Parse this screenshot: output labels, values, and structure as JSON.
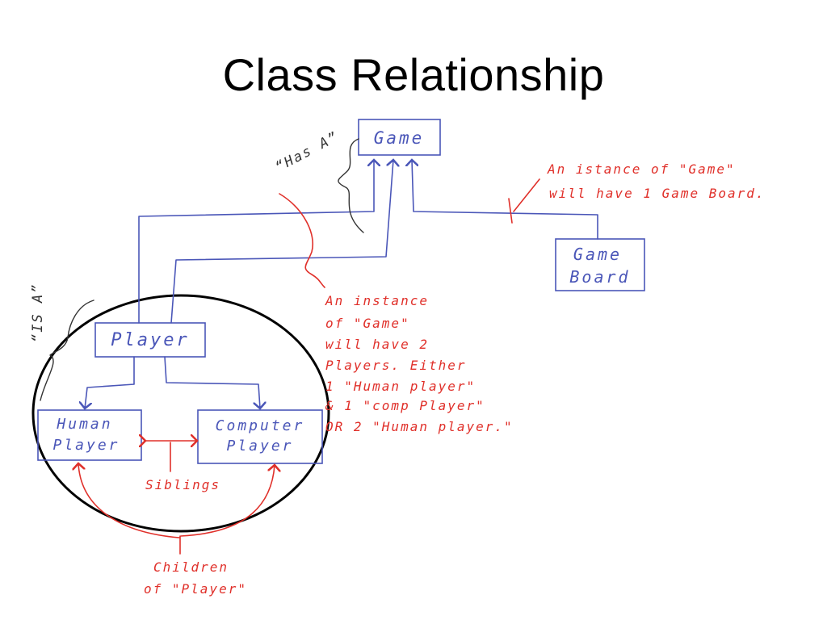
{
  "title": "Class Relationship",
  "colors": {
    "boxes": "#4a56b8",
    "annotations": "#e0302a",
    "labels": "#333333",
    "circle": "#000000"
  },
  "boxes": {
    "game": [
      "Game"
    ],
    "game_board": [
      "Game",
      "Board"
    ],
    "player": [
      "Player"
    ],
    "human_player": [
      "Human",
      "Player"
    ],
    "computer_player": [
      "Computer",
      "Player"
    ]
  },
  "labels": {
    "has_a": "“Has A”",
    "is_a": "“IS A”"
  },
  "notes": {
    "game_board_note": [
      "An istance of \"Game\"",
      "will have 1 Game Board."
    ],
    "players_note": [
      "An instance",
      "of \"Game\"",
      "will have 2",
      "Players. Either",
      "1 \"Human player\"",
      "& 1 \"comp Player\"",
      "OR 2 \"Human player.\""
    ],
    "siblings": "Siblings",
    "children": [
      "Children",
      "of \"Player\""
    ]
  }
}
